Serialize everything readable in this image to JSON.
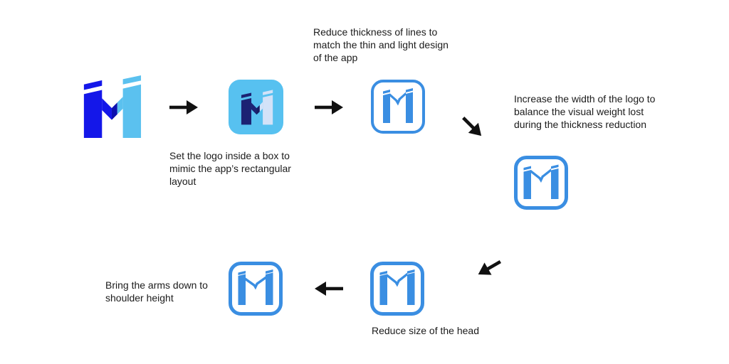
{
  "title": "Logo evolution flow",
  "colors": {
    "background": "#ffffff",
    "royal": "#1417e9",
    "royal_dark": "#0d10ae",
    "sky": "#5bc1ef",
    "box_sky": "#57c1f0",
    "navy": "#1c2273",
    "navy_dark": "#161c64",
    "pale": "#d3e2f8",
    "thin_blue": "#3a8ee2",
    "arrow_black": "#111111",
    "text": "#1b1b1b"
  },
  "annotations": {
    "set_logo": "Set the logo inside a box to\nmimic the app’s rectangular\nlayout",
    "reduce_thickness": "Reduce thickness of lines to\nmatch the thin and light design\nof the app",
    "increase_width": "Increase the width of the logo to\nbalance the visual weight lost\nduring the thickness reduction",
    "reduce_head": "Reduce size of the head",
    "bring_arms": "Bring the arms down to\nshoulder height"
  },
  "logos": {
    "original": "original-m-mark",
    "boxed": "m-mark-in-sky-box",
    "thin": "thin-line-mark-in-outline-box",
    "wide": "widened-thin-mark-in-outline-box",
    "small_head": "thin-mark-reduced-head",
    "arms_shoulder": "thin-mark-arms-at-shoulder"
  },
  "icons": {
    "arrow_right": "→",
    "arrow_left": "←",
    "arrow_down_right": "↘",
    "arrow_down_left": "↙"
  }
}
